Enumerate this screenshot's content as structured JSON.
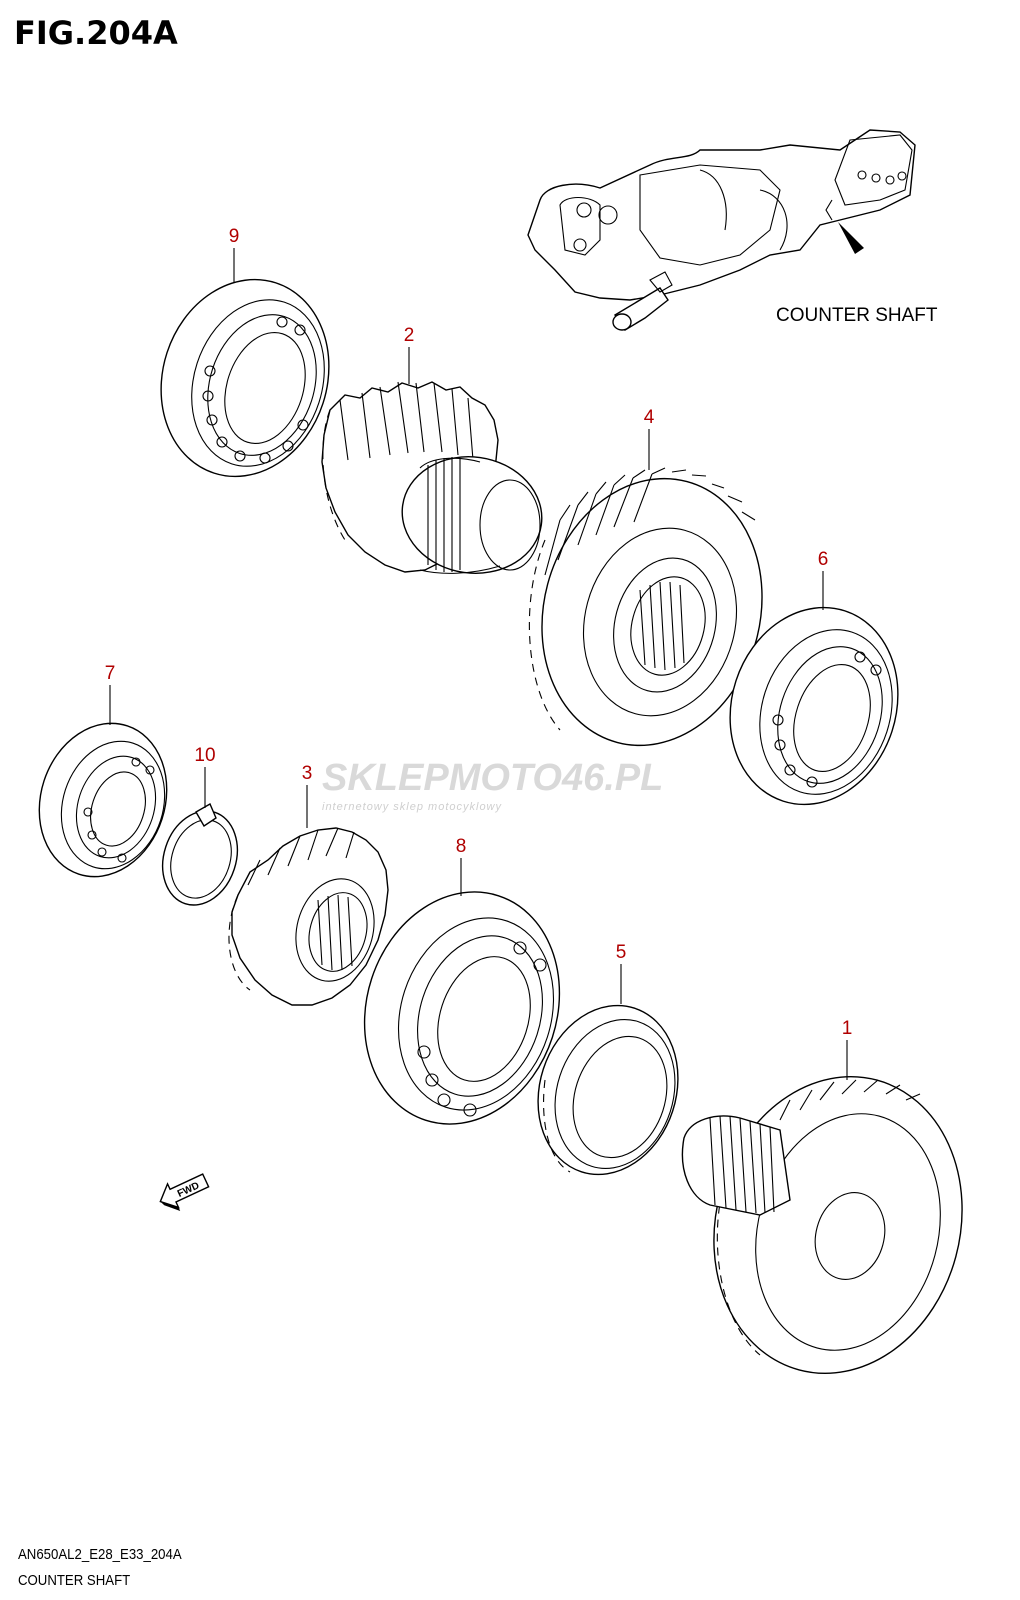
{
  "figure": {
    "title": "FIG.204A"
  },
  "reference": {
    "label": "COUNTER SHAFT"
  },
  "callouts": [
    "9",
    "2",
    "4",
    "6",
    "7",
    "10",
    "3",
    "8",
    "5",
    "1"
  ],
  "direction_marker": {
    "text": "FWD"
  },
  "watermark": {
    "main": "SKLEPMOTO46.PL",
    "sub": "internetowy sklep motocyklowy"
  },
  "footer": {
    "code": "AN650AL2_E28_E33_204A",
    "name": "COUNTER SHAFT"
  }
}
